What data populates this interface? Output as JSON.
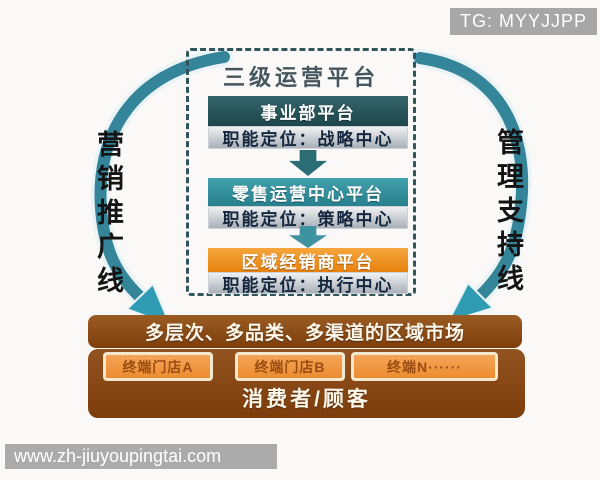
{
  "badge": {
    "text": "TG: MYYJJPP"
  },
  "watermark": {
    "text": "www.zh-jiuyoupingtai.com"
  },
  "side_labels": {
    "left": "营销推广线",
    "right": "管理支持线"
  },
  "platform": {
    "title": "三级运营平台",
    "levels": [
      {
        "name": "事业部平台",
        "role": "职能定位：战略中心",
        "color": "#26545a"
      },
      {
        "name": "零售运营中心平台",
        "role": "职能定位：策略中心",
        "color": "#2f8b99"
      },
      {
        "name": "区域经销商平台",
        "role": "职能定位：执行中心",
        "color": "#ee8b1d"
      }
    ]
  },
  "market": {
    "title": "多层次、多品类、多渠道的区域市场",
    "stores": [
      "终端门店A",
      "终端门店B",
      "终端N······"
    ],
    "consumer": "消费者/顾客"
  },
  "colors": {
    "dashed_border": "#30565c",
    "flow_arrow": "#35859a",
    "brown_box": "#86430f",
    "store_orange": "#ef9440",
    "gray_badge": "#a7a7a7"
  }
}
